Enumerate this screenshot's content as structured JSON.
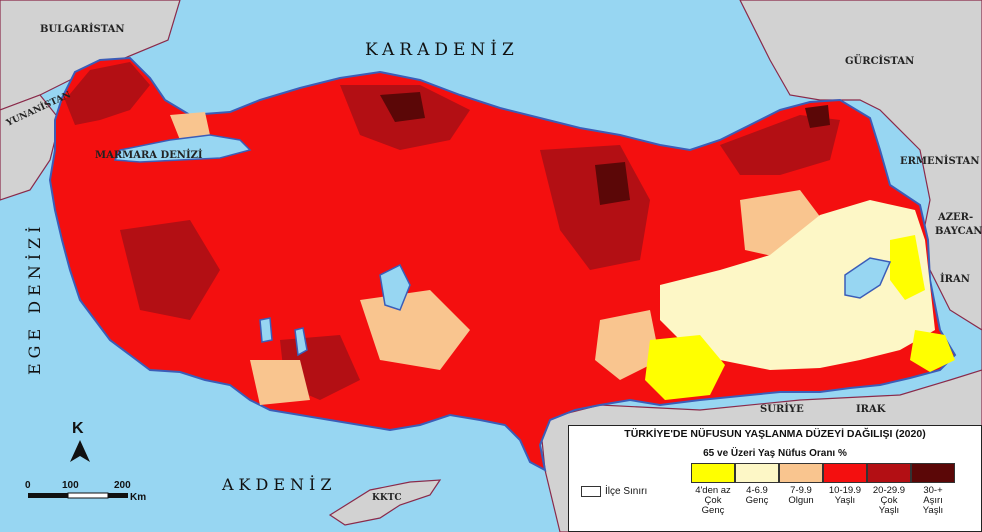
{
  "labels": {
    "bulgaria": "BULGARİSTAN",
    "black_sea": "KARADENİZ",
    "georgia": "GÜRCİSTAN",
    "greece": "YUNANİSTAN",
    "marmara": "MARMARA DENİZİ",
    "armenia": "ERMENİSTAN",
    "azer_1": "AZER-",
    "azer_2": "BAYCAN",
    "iran": "İRAN",
    "aegean": "EGE DENİZİ",
    "syria": "SURİYE",
    "iraq": "IRAK",
    "mediterranean": "AKDENİZ",
    "kktc": "KKTC"
  },
  "north_arrow": "K",
  "scale": {
    "ticks": [
      "0",
      "100",
      "200"
    ],
    "unit": "Km"
  },
  "legend": {
    "title": "TÜRKİYE'DE NÜFUSUN YAŞLANMA DÜZEYİ DAĞILIŞI (2020)",
    "subtitle": "65 ve Üzeri Yaş Nüfus Oranı %",
    "district_label": "İlçe Sınırı",
    "classes": [
      {
        "range": "4'den az",
        "name_1": "Çok",
        "name_2": "Genç",
        "color": "#ffff00"
      },
      {
        "range": "4-6.9",
        "name_1": "Genç",
        "name_2": "",
        "color": "#fdf7c6"
      },
      {
        "range": "7-9.9",
        "name_1": "Olgun",
        "name_2": "",
        "color": "#f9c58f"
      },
      {
        "range": "10-19.9",
        "name_1": "Yaşlı",
        "name_2": "",
        "color": "#f40f0f"
      },
      {
        "range": "20-29.9",
        "name_1": "Çok",
        "name_2": "Yaşlı",
        "color": "#b30f14"
      },
      {
        "range": "30-+",
        "name_1": "Aşırı",
        "name_2": "Yaşlı",
        "color": "#5b0707"
      }
    ]
  },
  "colors": {
    "sea": "#97d6f2",
    "land_other": "#d2d2d2",
    "border": "#8a2a4a"
  }
}
